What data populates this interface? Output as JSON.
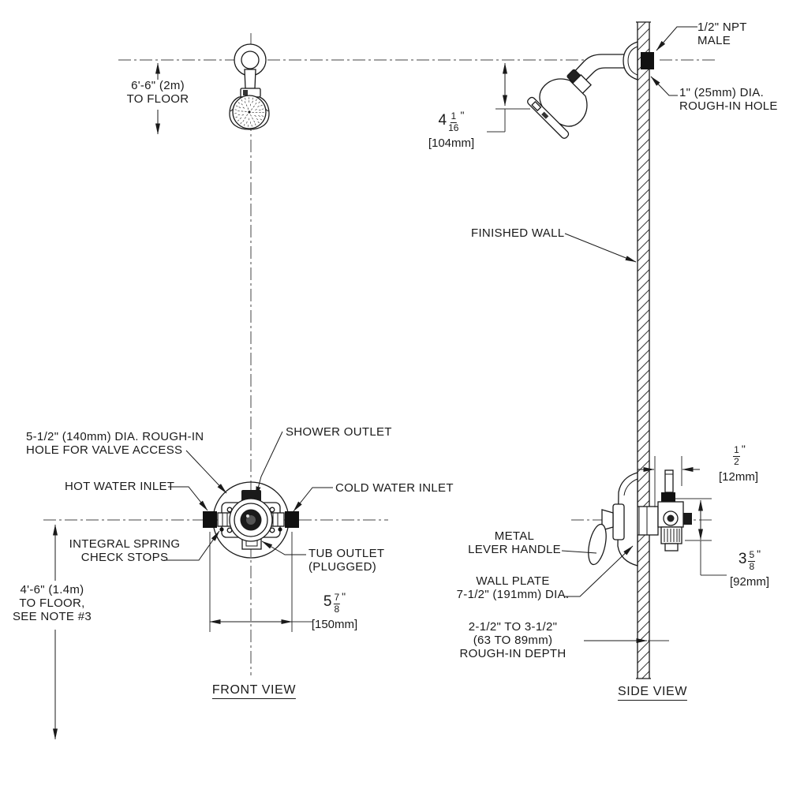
{
  "colors": {
    "line": "#1a1a1a",
    "background": "#ffffff"
  },
  "views": {
    "front": "FRONT VIEW",
    "side": "SIDE VIEW"
  },
  "callouts": {
    "npt_male": [
      "1/2\" NPT",
      "MALE"
    ],
    "rough_in_hole": [
      "1\" (25mm) DIA.",
      "ROUGH-IN HOLE"
    ],
    "finished_wall": [
      "FINISHED WALL"
    ],
    "valve_access": [
      "5-1/2\" (140mm) DIA. ROUGH-IN",
      "HOLE FOR VALVE ACCESS"
    ],
    "hot_water": [
      "HOT WATER INLET"
    ],
    "shower_outlet": [
      "SHOWER OUTLET"
    ],
    "cold_water": [
      "COLD WATER INLET"
    ],
    "spring_stops": [
      "INTEGRAL SPRING",
      "CHECK STOPS"
    ],
    "tub_outlet": [
      "TUB OUTLET",
      "(PLUGGED)"
    ],
    "metal_lever": [
      "METAL",
      "LEVER HANDLE"
    ],
    "wall_plate": [
      "WALL PLATE",
      "7-1/2\" (191mm) DIA."
    ],
    "rough_depth": [
      "2-1/2\" TO 3-1/2\"",
      "(63 TO 89mm)",
      "ROUGH-IN DEPTH"
    ]
  },
  "dimensions": {
    "shower_height": {
      "lines": [
        "6'-6\" (2m)",
        "TO FLOOR"
      ]
    },
    "valve_height": {
      "lines": [
        "4'-6\" (1.4m)",
        "TO FLOOR,",
        "SEE NOTE #3"
      ]
    },
    "head_offset": {
      "whole": "4",
      "num": "1",
      "den": "16",
      "unit": "\"",
      "metric": "[104mm]"
    },
    "inlet_spacing": {
      "whole": "5",
      "num": "7",
      "den": "8",
      "unit": "\"",
      "metric": "[150mm]"
    },
    "wall_gap": {
      "whole": "",
      "num": "1",
      "den": "2",
      "unit": "\"",
      "metric": "[12mm]"
    },
    "handle_offset": {
      "whole": "3",
      "num": "5",
      "den": "8",
      "unit": "\"",
      "metric": "[92mm]"
    }
  }
}
